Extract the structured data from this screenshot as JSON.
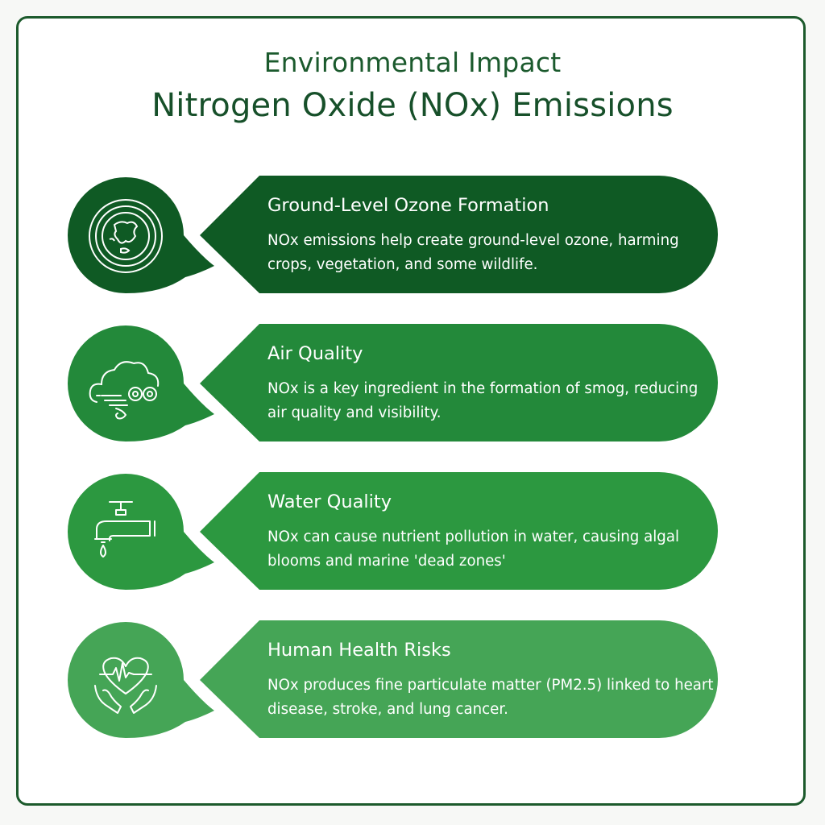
{
  "header": {
    "title_top": "Environmental Impact",
    "title_main": "Nitrogen Oxide (NOx) Emissions"
  },
  "items": [
    {
      "title": "Ground-Level Ozone Formation",
      "description": "NOx emissions help create ground-level ozone, harming crops, vegetation, and some wildlife.",
      "icon": "globe-icon",
      "color": "#0f5a24"
    },
    {
      "title": "Air Quality",
      "description": "NOx is a key ingredient in the formation of smog, reducing air quality and visibility.",
      "icon": "cloud-smog-icon",
      "color": "#23893a"
    },
    {
      "title": "Water Quality",
      "description": "NOx can cause nutrient pollution in water, causing algal blooms and marine 'dead zones'",
      "icon": "faucet-icon",
      "color": "#2c9840"
    },
    {
      "title": "Human Health Risks",
      "description": "NOx produces fine particulate matter (PM2.5) linked to heart disease, stroke, and lung cancer.",
      "icon": "heart-hands-icon",
      "color": "#45a556"
    }
  ],
  "colors": {
    "frame_border": "#1c5a2c",
    "title_text": "#1b5a2d"
  }
}
